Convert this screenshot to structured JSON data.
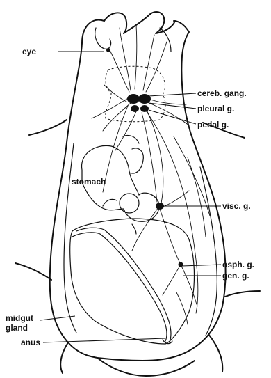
{
  "labels": {
    "eye": "eye",
    "cerebral_ganglion": "cereb. gang.",
    "pleural_ganglion": "pleural  g.",
    "pedal_ganglion": "pedal  g.",
    "stomach": "stomach",
    "visceral_ganglion": "visc.  g.",
    "osphradial_ganglion": "osph. g.",
    "genital_ganglion": "gen.  g.",
    "midgut_gland_line1": "midgut",
    "midgut_gland_line2": "gland",
    "anus": "anus"
  }
}
